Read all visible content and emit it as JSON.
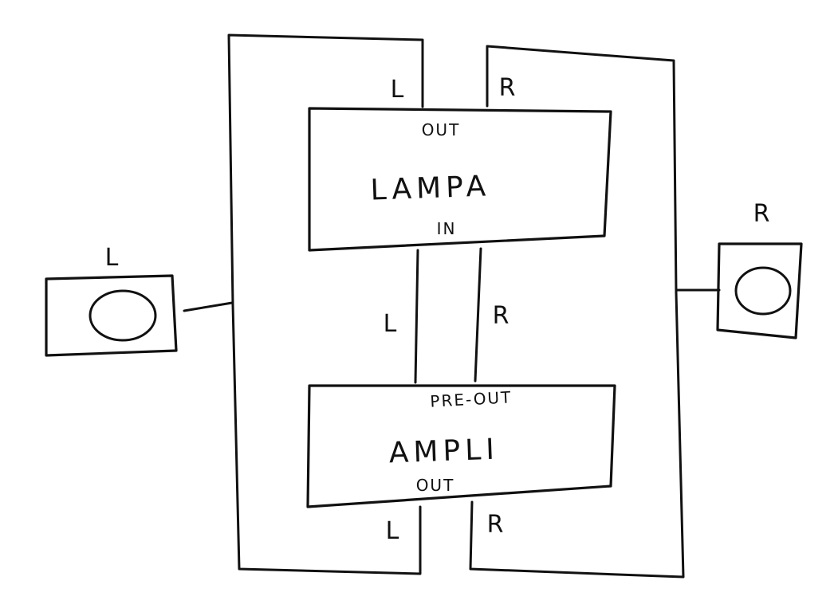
{
  "colors": {
    "ink": "#111111",
    "paper": "#ffffff"
  },
  "diagram": {
    "lampa": {
      "port_top": "OUT",
      "name": "LAMPA",
      "port_bottom": "IN"
    },
    "ampli": {
      "port_top": "PRE-OUT",
      "name": "AMPLI",
      "port_bottom": "OUT"
    },
    "channels": {
      "top_left": "L",
      "top_right": "R",
      "middle_left": "L",
      "middle_right": "R",
      "bottom_left": "L",
      "bottom_right": "R"
    },
    "speakers": {
      "left": {
        "label": "L",
        "icon": "speaker-icon"
      },
      "right": {
        "label": "R",
        "icon": "speaker-icon"
      }
    }
  }
}
